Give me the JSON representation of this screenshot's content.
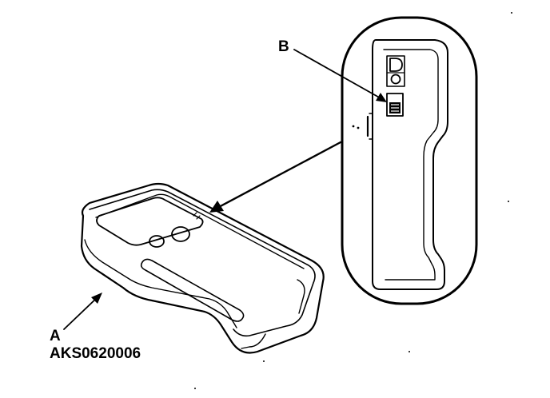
{
  "callouts": {
    "a_letter": "A",
    "a_code": "AKS0620006",
    "b_letter": "B"
  },
  "colors": {
    "ink": "#000000",
    "paper": "#ffffff"
  },
  "icons": [
    "transmitter-unit-icon",
    "battery-compartment-icon",
    "switch-icon"
  ]
}
